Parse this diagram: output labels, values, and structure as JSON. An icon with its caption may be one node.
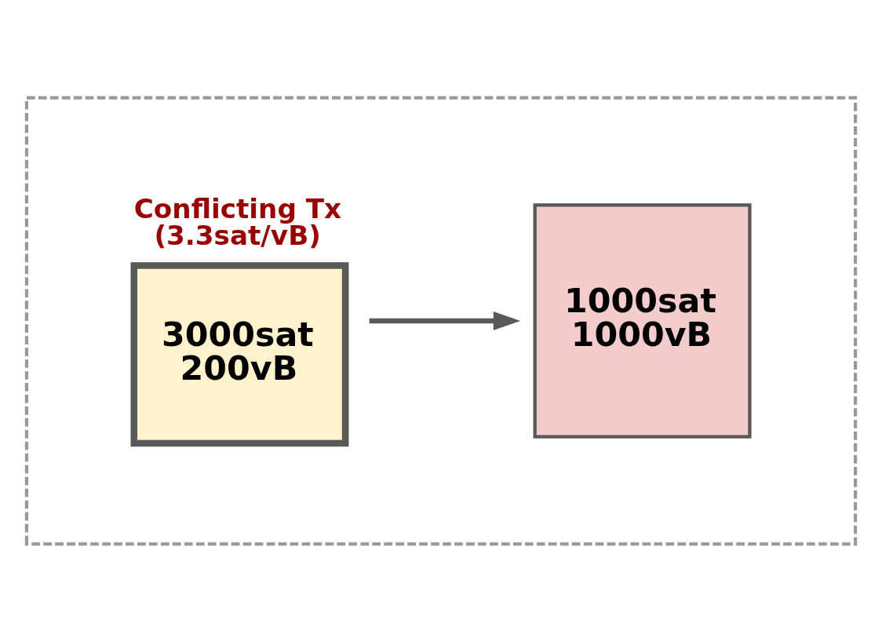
{
  "diagram": {
    "nodes": [
      {
        "text": [],
        "shape": "box"
      },
      {
        "text": [
          "1000sat 1000vB"
        ],
        "in": 0
      },
      {
        "text": [
          "Conflicting Tx (3.3sat/vB)",
          "3000sat 200vB"
        ],
        "in": 0
      }
    ],
    "edges": [
      {
        "from": 2,
        "to": 1,
        "arrow": "to"
      }
    ]
  }
}
